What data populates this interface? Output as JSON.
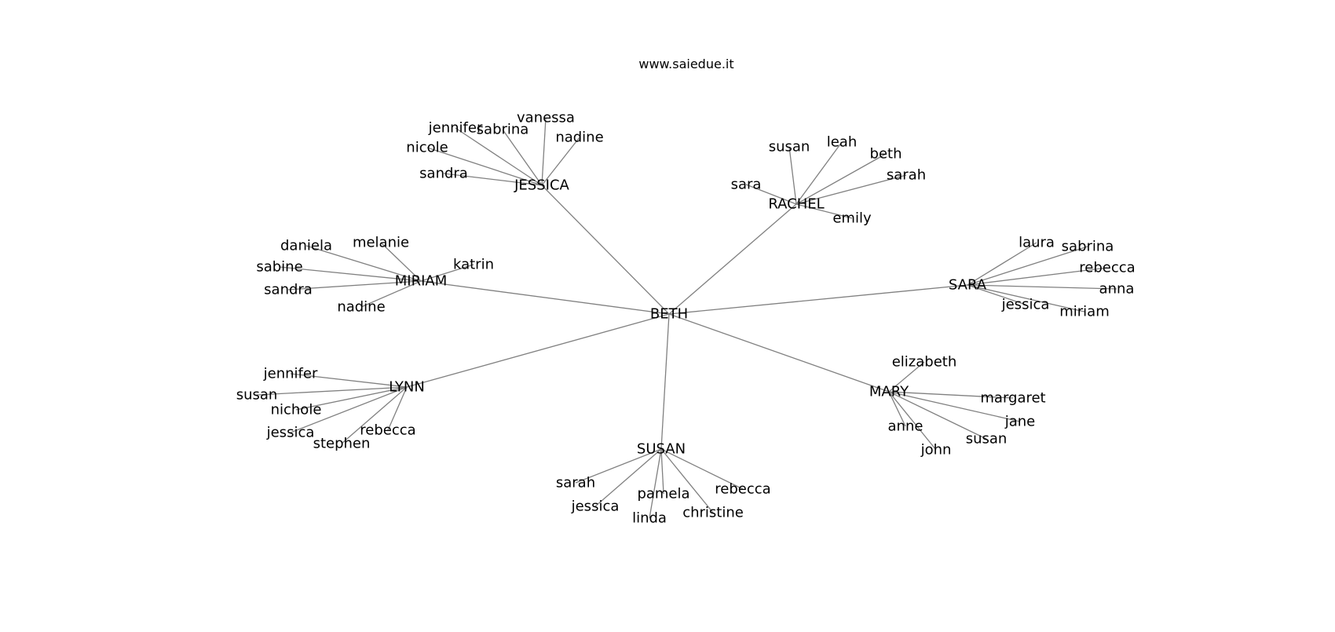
{
  "title": "www.saiedue.it",
  "colors": {
    "edge": "#808080",
    "text": "#000000",
    "background": "#ffffff"
  },
  "root": "BETH",
  "groups": [
    {
      "hub": "JESSICA",
      "leaves": [
        "vanessa",
        "sabrina",
        "jennifer",
        "nadine",
        "nicole",
        "sandra"
      ]
    },
    {
      "hub": "RACHEL",
      "leaves": [
        "susan",
        "leah",
        "beth",
        "sarah",
        "sara",
        "emily"
      ]
    },
    {
      "hub": "MIRIAM",
      "leaves": [
        "daniela",
        "melanie",
        "katrin",
        "sabine",
        "sandra",
        "nadine"
      ]
    },
    {
      "hub": "SARA",
      "leaves": [
        "laura",
        "sabrina",
        "rebecca",
        "anna",
        "jessica",
        "miriam"
      ]
    },
    {
      "hub": "LYNN",
      "leaves": [
        "jennifer",
        "susan",
        "nichole",
        "jessica",
        "rebecca",
        "stephen"
      ]
    },
    {
      "hub": "MARY",
      "leaves": [
        "elizabeth",
        "margaret",
        "jane",
        "anne",
        "susan",
        "john"
      ]
    },
    {
      "hub": "SUSAN",
      "leaves": [
        "sarah",
        "rebecca",
        "pamela",
        "jessica",
        "christine",
        "linda"
      ]
    }
  ]
}
